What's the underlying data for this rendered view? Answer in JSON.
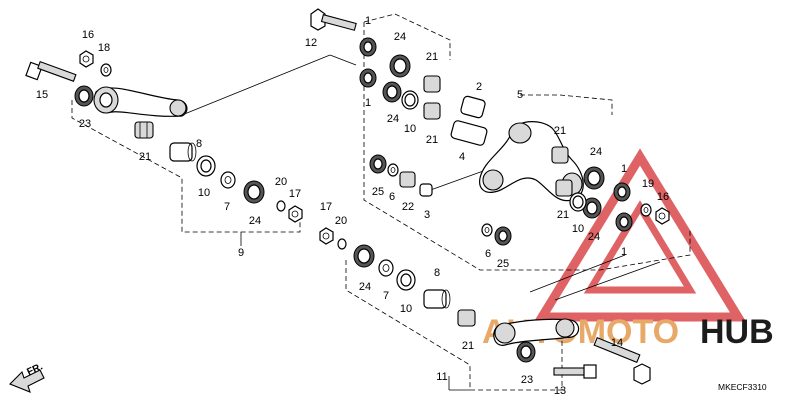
{
  "diagram_code": "MKECF3310",
  "direction_label": "FR.",
  "watermark": {
    "text_1": "AUTOMOTO",
    "text_2": "HUB",
    "colors": {
      "triangle": "#d9474a",
      "text_1": "#e8a868",
      "text_2": "#1c1c1c"
    }
  },
  "callouts": {
    "c1a": "1",
    "c1b": "1",
    "c1c": "1",
    "c1d": "1",
    "c2": "2",
    "c3": "3",
    "c4": "4",
    "c5": "5",
    "c6a": "6",
    "c6b": "6",
    "c7a": "7",
    "c7b": "7",
    "c8a": "8",
    "c8b": "8",
    "c9": "9",
    "c10a": "10",
    "c10b": "10",
    "c10c": "10",
    "c10d": "10",
    "c11": "11",
    "c12": "12",
    "c13": "13",
    "c14": "14",
    "c15": "15",
    "c16a": "16",
    "c16b": "16",
    "c17a": "17",
    "c17b": "17",
    "c18": "18",
    "c19": "19",
    "c20a": "20",
    "c20b": "20",
    "c21a": "21",
    "c21b": "21",
    "c21c": "21",
    "c21d": "21",
    "c21e": "21",
    "c21f": "21",
    "c22": "22",
    "c23a": "23",
    "c23b": "23",
    "c24a": "24",
    "c24b": "24",
    "c24c": "24",
    "c24d": "24",
    "c24e": "24",
    "c24f": "24",
    "c25a": "25",
    "c25b": "25"
  }
}
